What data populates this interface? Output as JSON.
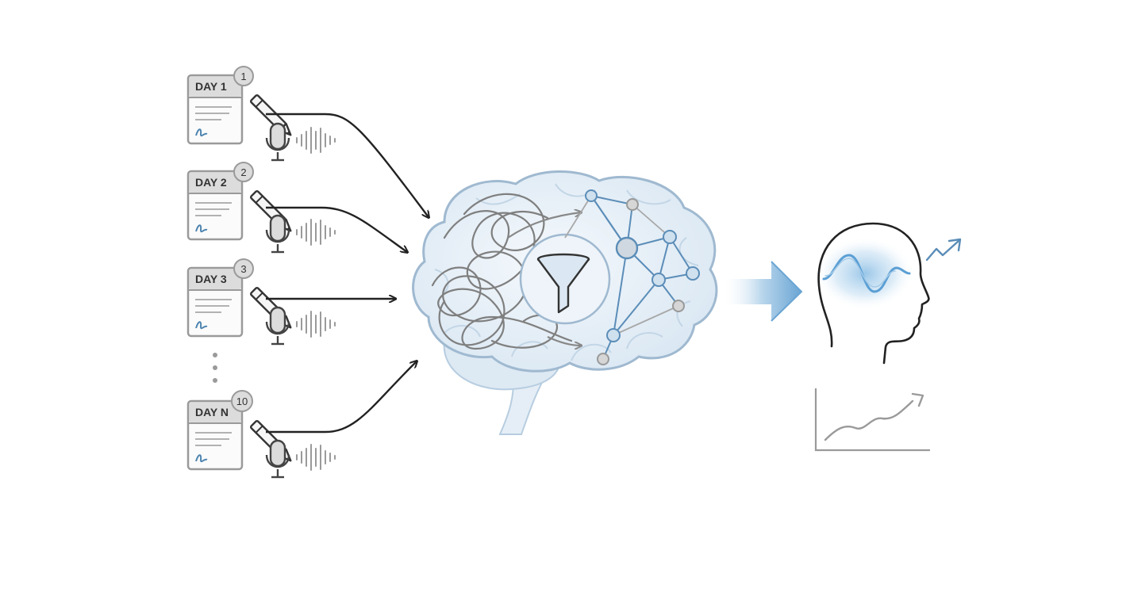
{
  "entries": [
    {
      "day_label": "DAY 1",
      "badge": "1"
    },
    {
      "day_label": "DAY 2",
      "badge": "2"
    },
    {
      "day_label": "DAY 3",
      "badge": "3"
    },
    {
      "day_label": "DAY N",
      "badge": "10"
    }
  ],
  "colors": {
    "stroke": "#333333",
    "gray": "#9a9a9a",
    "accent_blue": "#5b8db8",
    "light_blue": "#cfe3f2",
    "brain_fill": "#e8f1f8"
  },
  "icons": [
    "journal-page-icon",
    "pencil-icon",
    "microphone-icon",
    "sound-wave-icon",
    "funnel-icon",
    "network-graph-icon",
    "head-profile-icon",
    "brain-wave-icon",
    "trend-arrow-icon",
    "growth-chart-icon"
  ]
}
